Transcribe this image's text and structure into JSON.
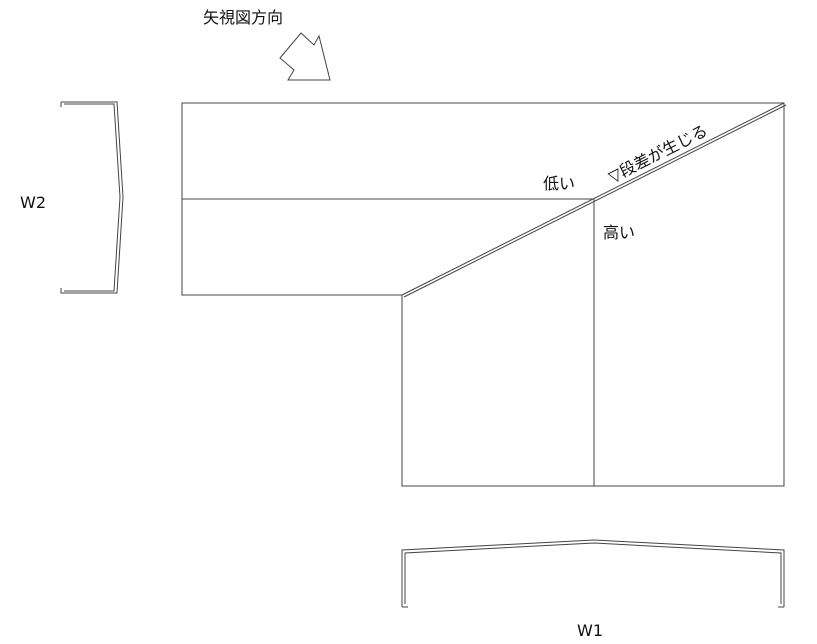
{
  "labels": {
    "view_direction": "矢視図方向",
    "step_note": "▽段差が生じる",
    "low": "低い",
    "high": "高い",
    "w1": "W1",
    "w2": "W2"
  },
  "colors": {
    "line": "#444444",
    "text": "#111111",
    "background": "#ffffff"
  }
}
